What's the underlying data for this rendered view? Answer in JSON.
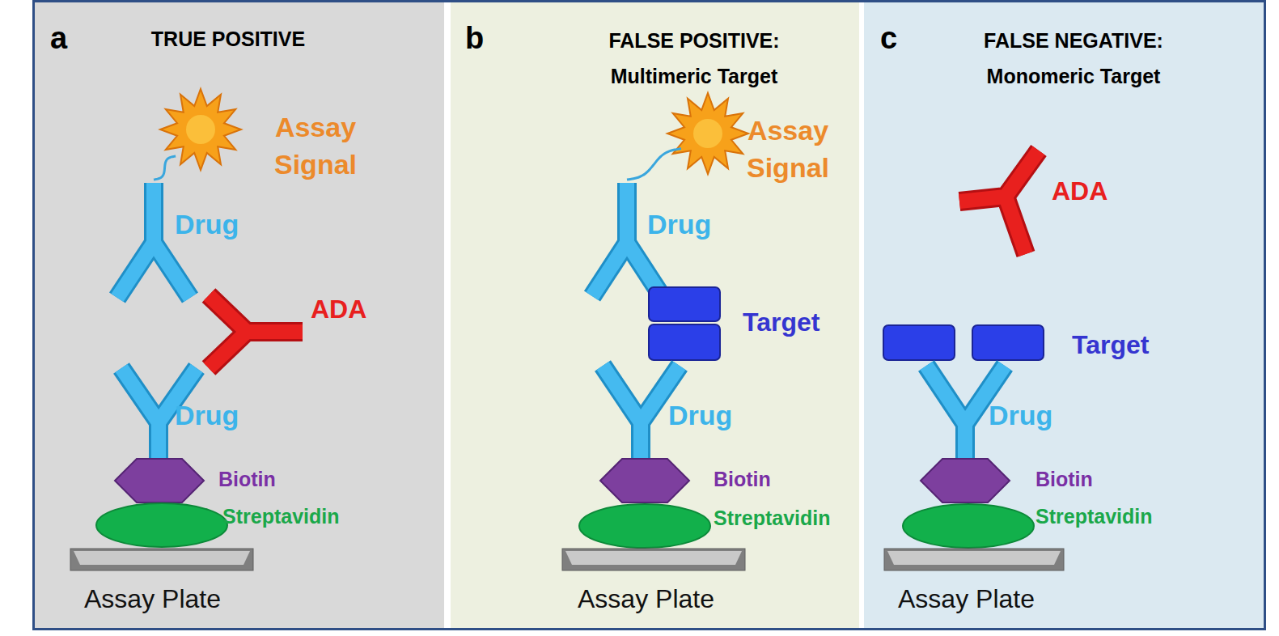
{
  "diagram": {
    "nodes": [
      {
        "text": [
          "a",
          "TRUE POSITIVE"
        ]
      },
      {
        "text": [
          "Assay Signal"
        ],
        "in": 0
      },
      {
        "text": [
          "Drug"
        ],
        "in": 0
      },
      {
        "text": [
          "ADA"
        ],
        "in": 0
      },
      {
        "text": [
          "Drug"
        ],
        "in": 0
      },
      {
        "text": [
          "Biotin"
        ],
        "in": 0
      },
      {
        "text": [
          "Streptavidin"
        ],
        "in": 0
      },
      {
        "text": [
          "Assay Plate"
        ],
        "in": 0
      },
      {
        "text": [
          "b",
          "FALSE POSITIVE: Multimeric Target"
        ]
      },
      {
        "text": [
          "Assay Signal"
        ],
        "in": 8
      },
      {
        "text": [
          "Drug"
        ],
        "in": 8
      },
      {
        "text": [
          "Target"
        ],
        "in": 8
      },
      {
        "text": [
          "Drug"
        ],
        "in": 8
      },
      {
        "text": [
          "Biotin"
        ],
        "in": 8
      },
      {
        "text": [
          "Streptavidin"
        ],
        "in": 8
      },
      {
        "text": [
          "Assay Plate"
        ],
        "in": 8
      },
      {
        "text": [
          "c",
          "FALSE NEGATIVE: Monomeric Target"
        ]
      },
      {
        "text": [
          "ADA"
        ],
        "in": 16
      },
      {
        "text": [
          "Target"
        ],
        "in": 16
      },
      {
        "text": [
          "Drug"
        ],
        "in": 16
      },
      {
        "text": [
          "Biotin"
        ],
        "in": 16
      },
      {
        "text": [
          "Streptavidin"
        ],
        "in": 16
      },
      {
        "text": [
          "Assay Plate"
        ],
        "in": 16
      }
    ],
    "edges": [
      {
        "from": 2,
        "to": 1,
        "arrow": "none"
      },
      {
        "from": 10,
        "to": 9,
        "arrow": "none"
      }
    ]
  }
}
